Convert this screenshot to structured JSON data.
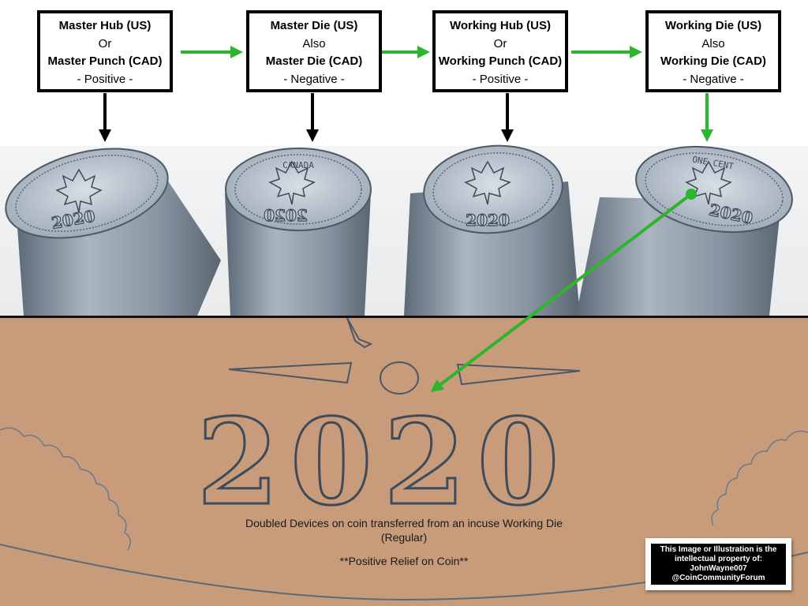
{
  "stages": [
    {
      "line1": "Master Hub (US)",
      "line2": "Or",
      "line3": "Master Punch (CAD)",
      "line4": "- Positive -"
    },
    {
      "line1": "Master Die (US)",
      "line2": "Also",
      "line3": "Master Die (CAD)",
      "line4": "- Negative -"
    },
    {
      "line1": "Working Hub (US)",
      "line2": "Or",
      "line3": "Working Punch (CAD)",
      "line4": "- Positive -"
    },
    {
      "line1": "Working Die (US)",
      "line2": "Also",
      "line3": "Working Die (CAD)",
      "line4": "- Negative -"
    }
  ],
  "coin": {
    "year": "2020",
    "legend_top": "ONE CENT",
    "legend_country": "CANADA"
  },
  "captions": {
    "line1": "Doubled Devices on coin transferred from an incuse Working Die",
    "line2": "(Regular)",
    "line3": "**Positive Relief on Coin**"
  },
  "credit": {
    "line1": "This Image or Illustration is the",
    "line2": "intellectual property of:",
    "line3": "JohnWayne007",
    "line4": "@CoinCommunityForum"
  },
  "colors": {
    "arrow_green": "#2db52d",
    "arrow_black": "#000000",
    "coin_copper": "#c89b7a",
    "render_steel": "#7f8d9c"
  }
}
